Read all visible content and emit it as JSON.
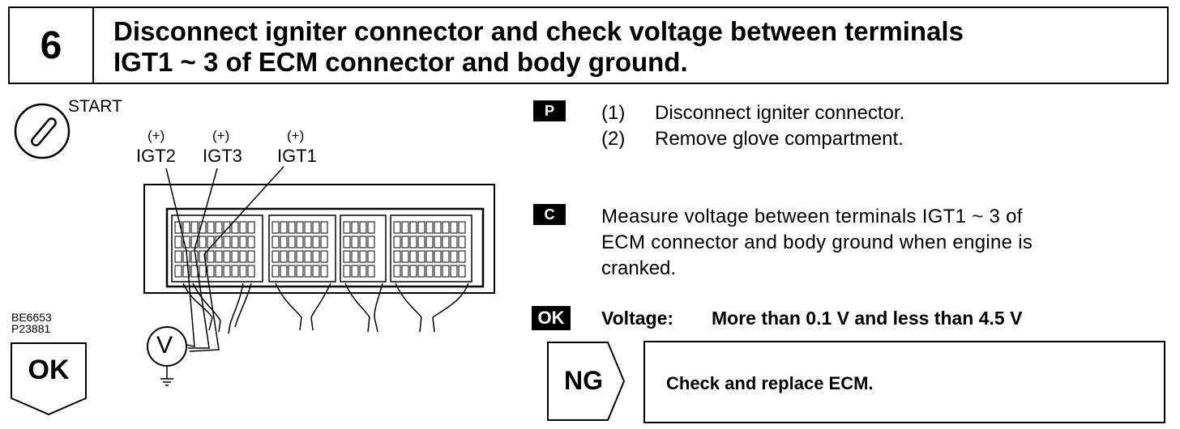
{
  "step": {
    "number": "6",
    "title_line1": "Disconnect igniter connector and check voltage between terminals",
    "title_line2": "IGT1 ~ 3 of ECM connector and body ground."
  },
  "diagram": {
    "start_label": "START",
    "plus_labels": [
      "(+)",
      "(+)",
      "(+)"
    ],
    "terminal_labels": [
      "IGT2",
      "IGT3",
      "IGT1"
    ],
    "meter_symbol": "V",
    "codes": [
      "BE6653",
      "P23881"
    ]
  },
  "ok_tag": "OK",
  "prep": {
    "badge": "P",
    "steps": [
      {
        "num": "(1)",
        "text": "Disconnect igniter connector."
      },
      {
        "num": "(2)",
        "text": "Remove glove compartment."
      }
    ]
  },
  "check": {
    "badge": "C",
    "lines": [
      "Measure voltage between terminals IGT1 ~ 3 of",
      "ECM connector and body ground when engine is",
      "cranked."
    ]
  },
  "ok_spec": {
    "badge": "OK",
    "label": "Voltage:",
    "value": "More than 0.1 V and less than 4.5 V"
  },
  "ng": {
    "tag": "NG",
    "action": "Check and replace ECM."
  }
}
